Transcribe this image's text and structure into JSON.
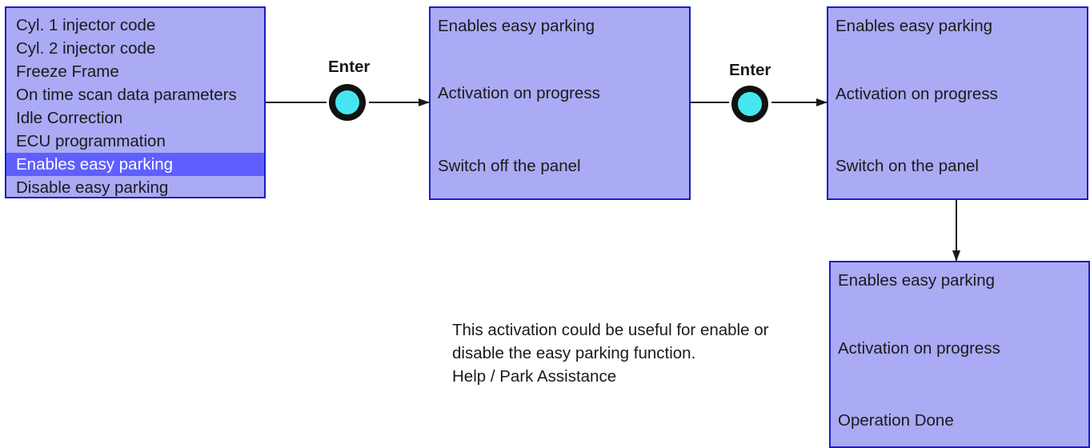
{
  "menu": {
    "items": [
      {
        "label": "Cyl. 1 injector code",
        "selected": false
      },
      {
        "label": "Cyl. 2 injector code",
        "selected": false
      },
      {
        "label": "Freeze Frame",
        "selected": false
      },
      {
        "label": "On time scan data parameters",
        "selected": false
      },
      {
        "label": "Idle Correction",
        "selected": false
      },
      {
        "label": "ECU programmation",
        "selected": false
      },
      {
        "label": "Enables easy parking",
        "selected": true
      },
      {
        "label": "Disable easy parking",
        "selected": false
      }
    ]
  },
  "enter_buttons": [
    {
      "label": "Enter"
    },
    {
      "label": "Enter"
    }
  ],
  "screens": [
    {
      "title": "Enables easy parking",
      "status": "Activation on progress",
      "instruction": "Switch off the panel"
    },
    {
      "title": "Enables easy parking",
      "status": "Activation on progress",
      "instruction": "Switch on the panel"
    },
    {
      "title": "Enables easy parking",
      "status": "Activation on progress",
      "instruction": "Operation Done"
    }
  ],
  "note": {
    "line1": "This activation could be useful for enable or",
    "line2": "disable the easy parking function.",
    "line3": "Help / Park Assistance"
  },
  "colors": {
    "panel_fill": "#aaaaf5",
    "panel_border": "#1c1cc8",
    "selected_row": "#5f5fff",
    "button_fill": "#45e6f0",
    "button_ring": "#111111"
  }
}
